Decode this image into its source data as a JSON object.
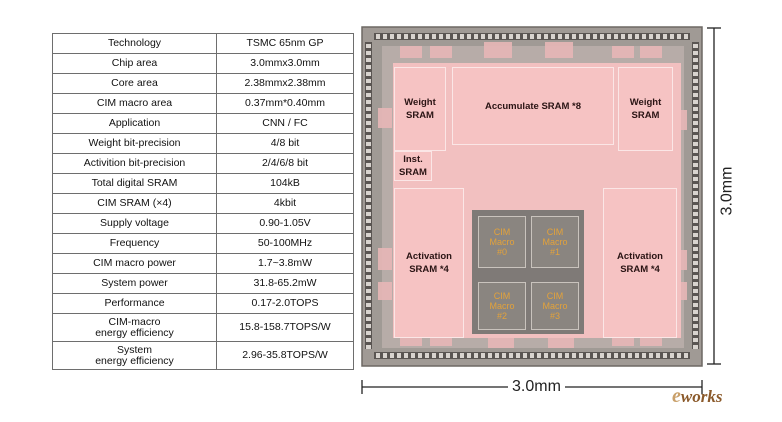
{
  "spec_table": {
    "rows": [
      {
        "parameter": "Technology",
        "value": "TSMC 65nm GP"
      },
      {
        "parameter": "Chip area",
        "value": "3.0mmx3.0mm"
      },
      {
        "parameter": "Core area",
        "value": "2.38mmx2.38mm"
      },
      {
        "parameter": "CIM macro area",
        "value": "0.37mm*0.40mm"
      },
      {
        "parameter": "Application",
        "value": "CNN / FC"
      },
      {
        "parameter": "Weight bit-precision",
        "value": "4/8 bit"
      },
      {
        "parameter": "Activition bit-precision",
        "value": "2/4/6/8 bit"
      },
      {
        "parameter": "Total digital SRAM",
        "value": "104kB"
      },
      {
        "parameter": "CIM SRAM (×4)",
        "value": "4kbit"
      },
      {
        "parameter": "Supply voltage",
        "value": "0.90-1.05V"
      },
      {
        "parameter": "Frequency",
        "value": "50-100MHz"
      },
      {
        "parameter": "CIM macro power",
        "value": "1.7~3.8mW"
      },
      {
        "parameter": "System power",
        "value": "31.8-65.2mW"
      },
      {
        "parameter": "Performance",
        "value": "0.17-2.0TOPS"
      },
      {
        "parameter": "CIM-macro\nenergy efficiency",
        "value": "15.8-158.7TOPS/W"
      },
      {
        "parameter": "System\nenergy efficiency",
        "value": "2.96-35.8TOPS/W"
      }
    ]
  },
  "die": {
    "blocks": {
      "weight_sram_left": "Weight\nSRAM",
      "accumulate_sram": "Accumulate SRAM *8",
      "weight_sram_right": "Weight\nSRAM",
      "inst_sram": "Inst.\nSRAM",
      "activation_sram_left": "Activation\nSRAM *4",
      "activation_sram_right": "Activation\nSRAM *4"
    },
    "cim_macros": [
      "CIM\nMacro\n#0",
      "CIM\nMacro\n#1",
      "CIM\nMacro\n#2",
      "CIM\nMacro\n#3"
    ],
    "height_label": "3.0mm",
    "width_label": "3.0mm"
  },
  "watermark": {
    "text": "works",
    "lead": "e"
  },
  "colors": {
    "sram_block": "#f6c3c3",
    "die_background": "#a09a95",
    "cim_label": "#e3a23a"
  }
}
